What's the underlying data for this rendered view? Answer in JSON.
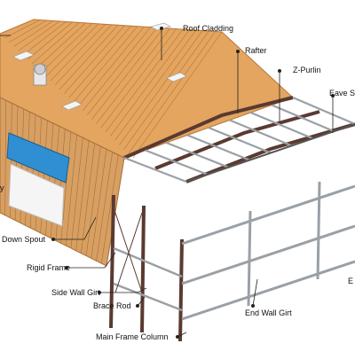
{
  "diagram": {
    "labels": {
      "roof_cladding": "Roof Cladding",
      "rafter": "Rafter",
      "z_purlin": "Z-Purlin",
      "eave_strut": "Eave S",
      "skylight": "y",
      "down_spout": "Down Spout",
      "rigid_frame": "Rigid Frame",
      "side_wall_girt": "Side Wall Girt",
      "brace_rod": "Brace Rod",
      "main_frame_column": "Main Frame Column",
      "end_wall_girt": "End Wall Girt",
      "end_wall_edge": "E"
    }
  },
  "colors": {
    "roof": "#e3a55f",
    "roof_line": "#b7773b",
    "wall": "#d89f62",
    "steel": "#5a3a30",
    "purlin": "#9aa0a6",
    "panel_blue": "#2f8fd2",
    "leader": "#222222"
  }
}
